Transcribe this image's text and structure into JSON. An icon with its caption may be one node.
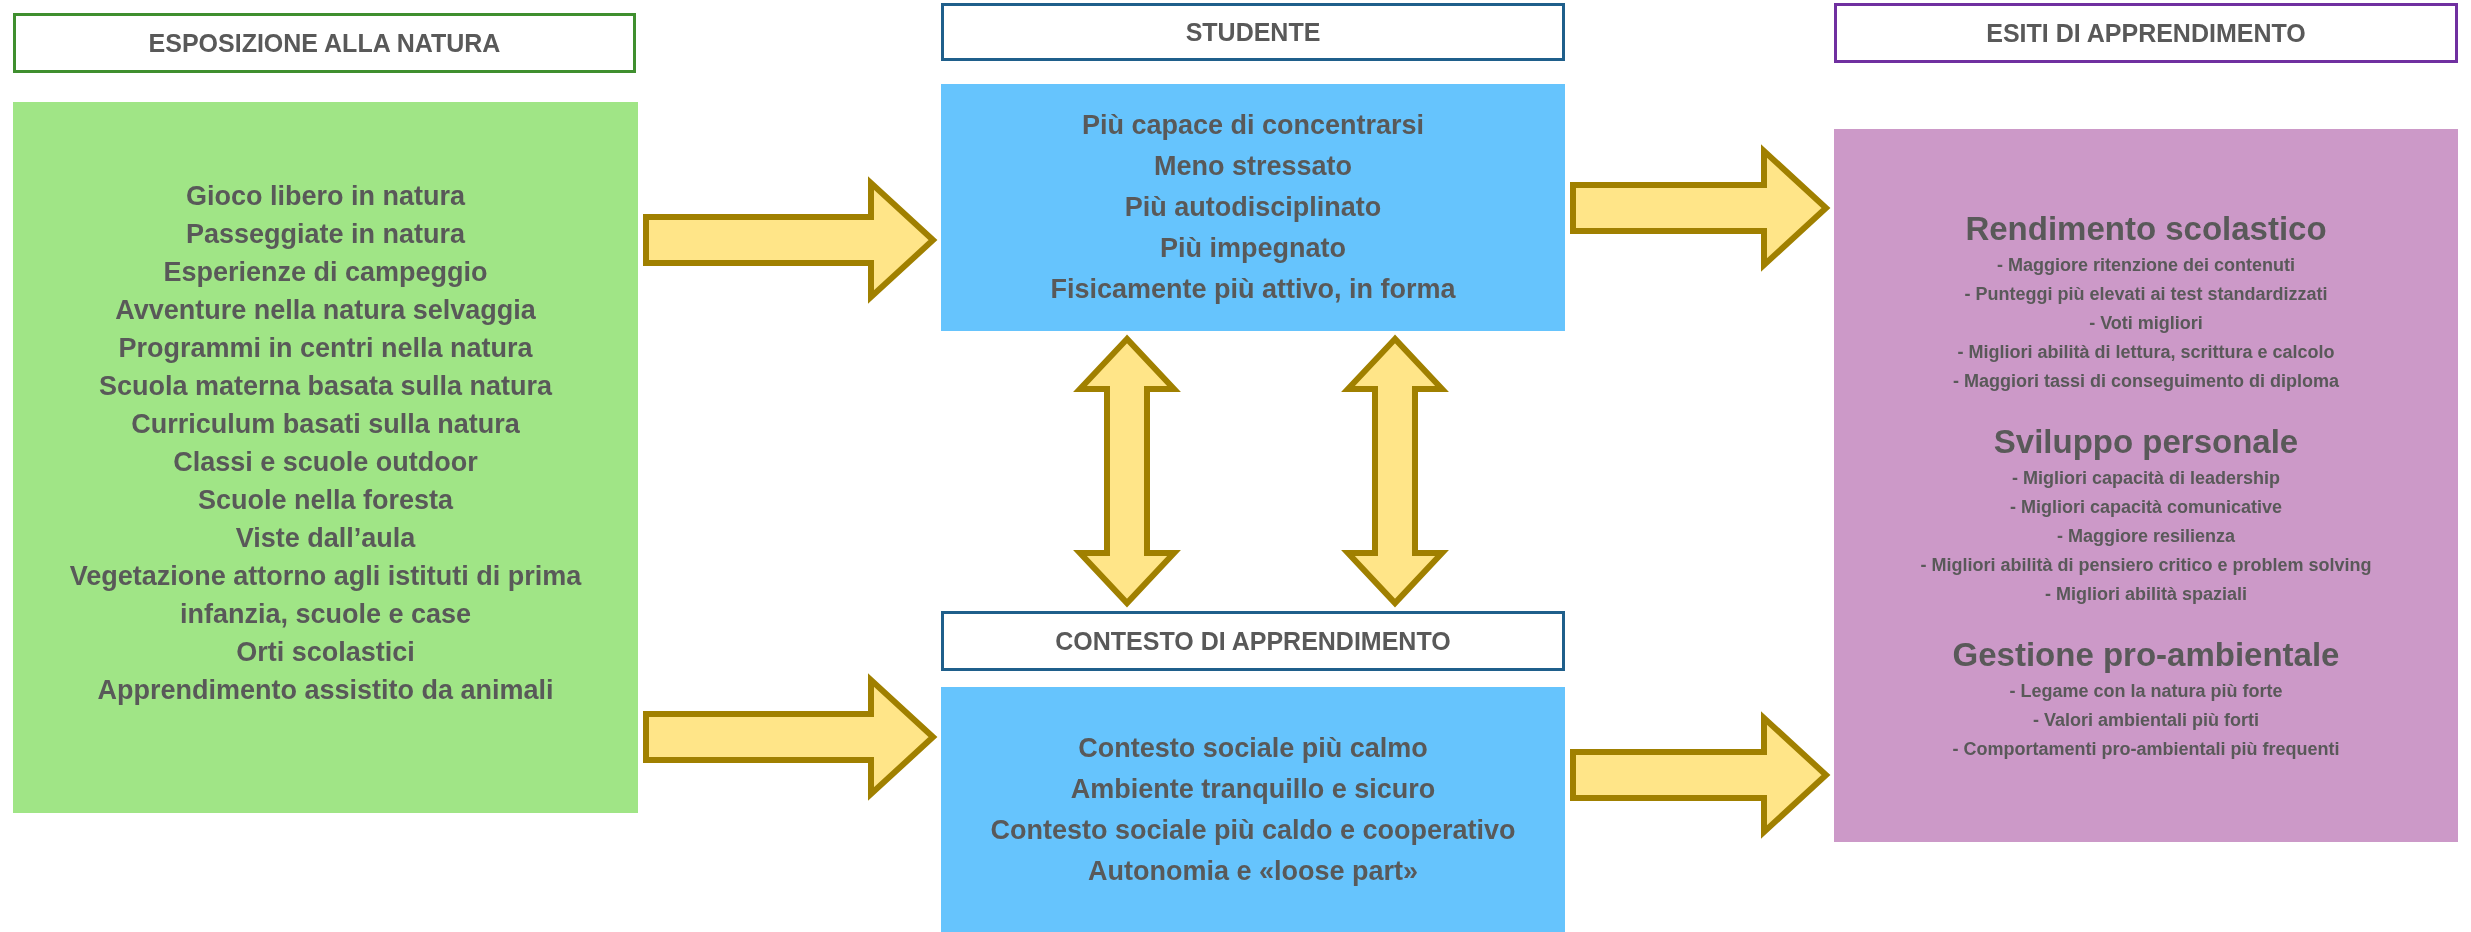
{
  "diagram": {
    "nodes": [
      {
        "text": [
          "ESPOSIZIONE ALLA NATURA"
        ]
      },
      {
        "text": [
          "Gioco libero in natura",
          "Passeggiate in natura",
          "Esperienze di campeggio",
          "Avventure nella natura selvaggia",
          "Programmi in centri nella natura",
          "Scuola materna basata sulla natura",
          "Curriculum basati sulla natura",
          "Classi  e scuole outdoor",
          "Scuole nella foresta",
          "Viste dall’aula",
          "Vegetazione attorno agli istituti di prima infanzia, scuole e case",
          "Orti scolastici",
          "Apprendimento assistito da animali"
        ]
      },
      {
        "text": [
          "STUDENTE"
        ]
      },
      {
        "text": [
          "Più capace di concentrarsi",
          "Meno stressato",
          "Più autodisciplinato",
          "Più impegnato",
          "Fisicamente più attivo, in forma"
        ]
      },
      {
        "text": [
          "CONTESTO DI APPRENDIMENTO"
        ]
      },
      {
        "text": [
          "Contesto sociale più calmo",
          "Ambiente tranquillo e sicuro",
          "Contesto sociale più caldo e cooperativo",
          "Autonomia e «loose part»"
        ]
      },
      {
        "text": [
          "ESITI DI APPRENDIMENTO"
        ]
      },
      {
        "text": [
          "Rendimento scolastico",
          "- Maggiore ritenzione dei contenuti",
          "- Punteggi più elevati ai test standardizzati",
          "- Voti migliori",
          "- Migliori abilità di lettura, scrittura e calcolo",
          "- Maggiori tassi di conseguimento di diploma",
          "Sviluppo personale",
          "- Migliori capacità di leadership",
          "- Migliori capacità comunicative",
          "- Maggiore resilienza",
          "- Migliori abilità di pensiero critico e problem solving",
          "- Migliori abilità spaziali",
          "Gestione pro-ambientale",
          "- Legame con la natura più forte",
          "- Valori ambientali più forti",
          "- Comportamenti pro-ambientali più frequenti"
        ]
      }
    ],
    "edges": [
      {
        "from": 1,
        "to": 3,
        "arrow": "to"
      },
      {
        "from": 1,
        "to": 5,
        "arrow": "to"
      },
      {
        "from": 3,
        "to": 4,
        "arrow": "both"
      },
      {
        "from": 3,
        "to": 4,
        "arrow": "both"
      },
      {
        "from": 3,
        "to": 7,
        "arrow": "to"
      },
      {
        "from": 5,
        "to": 7,
        "arrow": "to"
      }
    ]
  }
}
